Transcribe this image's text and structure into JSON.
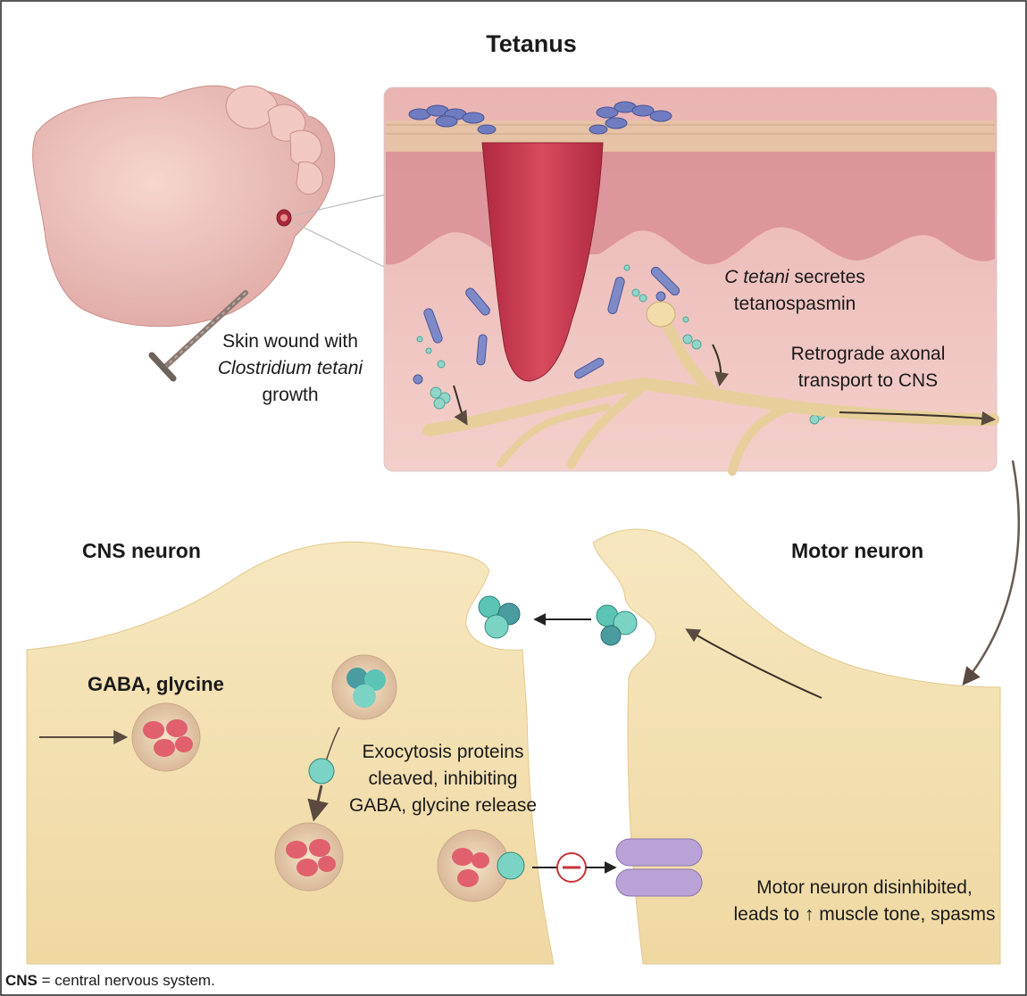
{
  "title": "Tetanus",
  "labels": {
    "wound_line1": "Skin wound with",
    "wound_line2": "Clostridium tetani",
    "wound_line3": "growth",
    "secretes_line1_italic": "C tetani",
    "secretes_line1_rest": " secretes",
    "secretes_line2": "tetanospasmin",
    "retrograde_line1": "Retrograde axonal",
    "retrograde_line2": "transport to CNS",
    "cns_neuron": "CNS neuron",
    "motor_neuron": "Motor neuron",
    "gaba_glycine": "GABA, glycine",
    "exocytosis_line1": "Exocytosis proteins",
    "exocytosis_line2": "cleaved, inhibiting",
    "exocytosis_line3": "GABA, glycine release",
    "disinhibited_line1": "Motor neuron disinhibited,",
    "disinhibited_line2": "leads to ↑ muscle tone, spasms"
  },
  "footnote": {
    "abbr": "CNS",
    "definition": " = central nervous system."
  },
  "colors": {
    "neuron_fill": "#f3dfae",
    "skin_pink": "#f1c4c0",
    "wound_red": "#c9364a",
    "bacteria_blue": "#6f7cc0",
    "toxin_teal": "#5cc4b4",
    "vesicle_red": "#e0606e",
    "receptor_purple": "#b9a3d6",
    "inhibit_red": "#c8323a"
  }
}
